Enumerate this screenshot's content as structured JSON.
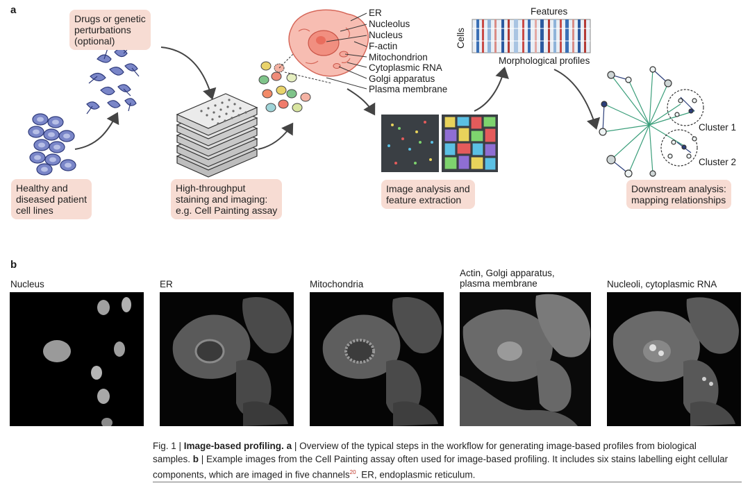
{
  "panel_a": {
    "letter": "a",
    "steps": {
      "perturb": "Drugs or genetic\nperturbations\n(optional)",
      "cell_lines": "Healthy and\ndiseased patient\ncell lines",
      "staining": "High-throughput\nstaining and imaging:\ne.g. Cell Painting assay",
      "analysis": "Image analysis and\nfeature extraction",
      "downstream": "Downstream analysis:\nmapping relationships"
    },
    "components": [
      "ER",
      "Nucleolus",
      "Nucleus",
      "F-actin",
      "Mitochondrion",
      "Cytoplasmic RNA",
      "Golgi apparatus",
      "Plasma membrane"
    ],
    "heatmap": {
      "features_label": "Features",
      "cells_label": "Cells",
      "profiles_label": "Morphological profiles"
    },
    "clusters": [
      "Cluster 1",
      "Cluster 2"
    ]
  },
  "panel_b": {
    "letter": "b",
    "channels": [
      "Nucleus",
      "ER",
      "Mitochondria",
      "Actin, Golgi apparatus,\nplasma membrane",
      "Nucleoli, cytoplasmic RNA"
    ]
  },
  "caption": {
    "fig": "Fig. 1 | ",
    "title": "Image-based profiling.",
    "a_letter": " a",
    "a_text": " | Overview of the typical steps in the workflow for generating image-based profiles from biological samples.",
    "b_letter": " b",
    "b_text": " | Example images from the Cell Painting assay often used for image-based profiling. It includes six stains labelling eight cellular components, which are imaged in five channels",
    "ref": "20",
    "tail": ". ER, endoplasmic reticulum."
  }
}
